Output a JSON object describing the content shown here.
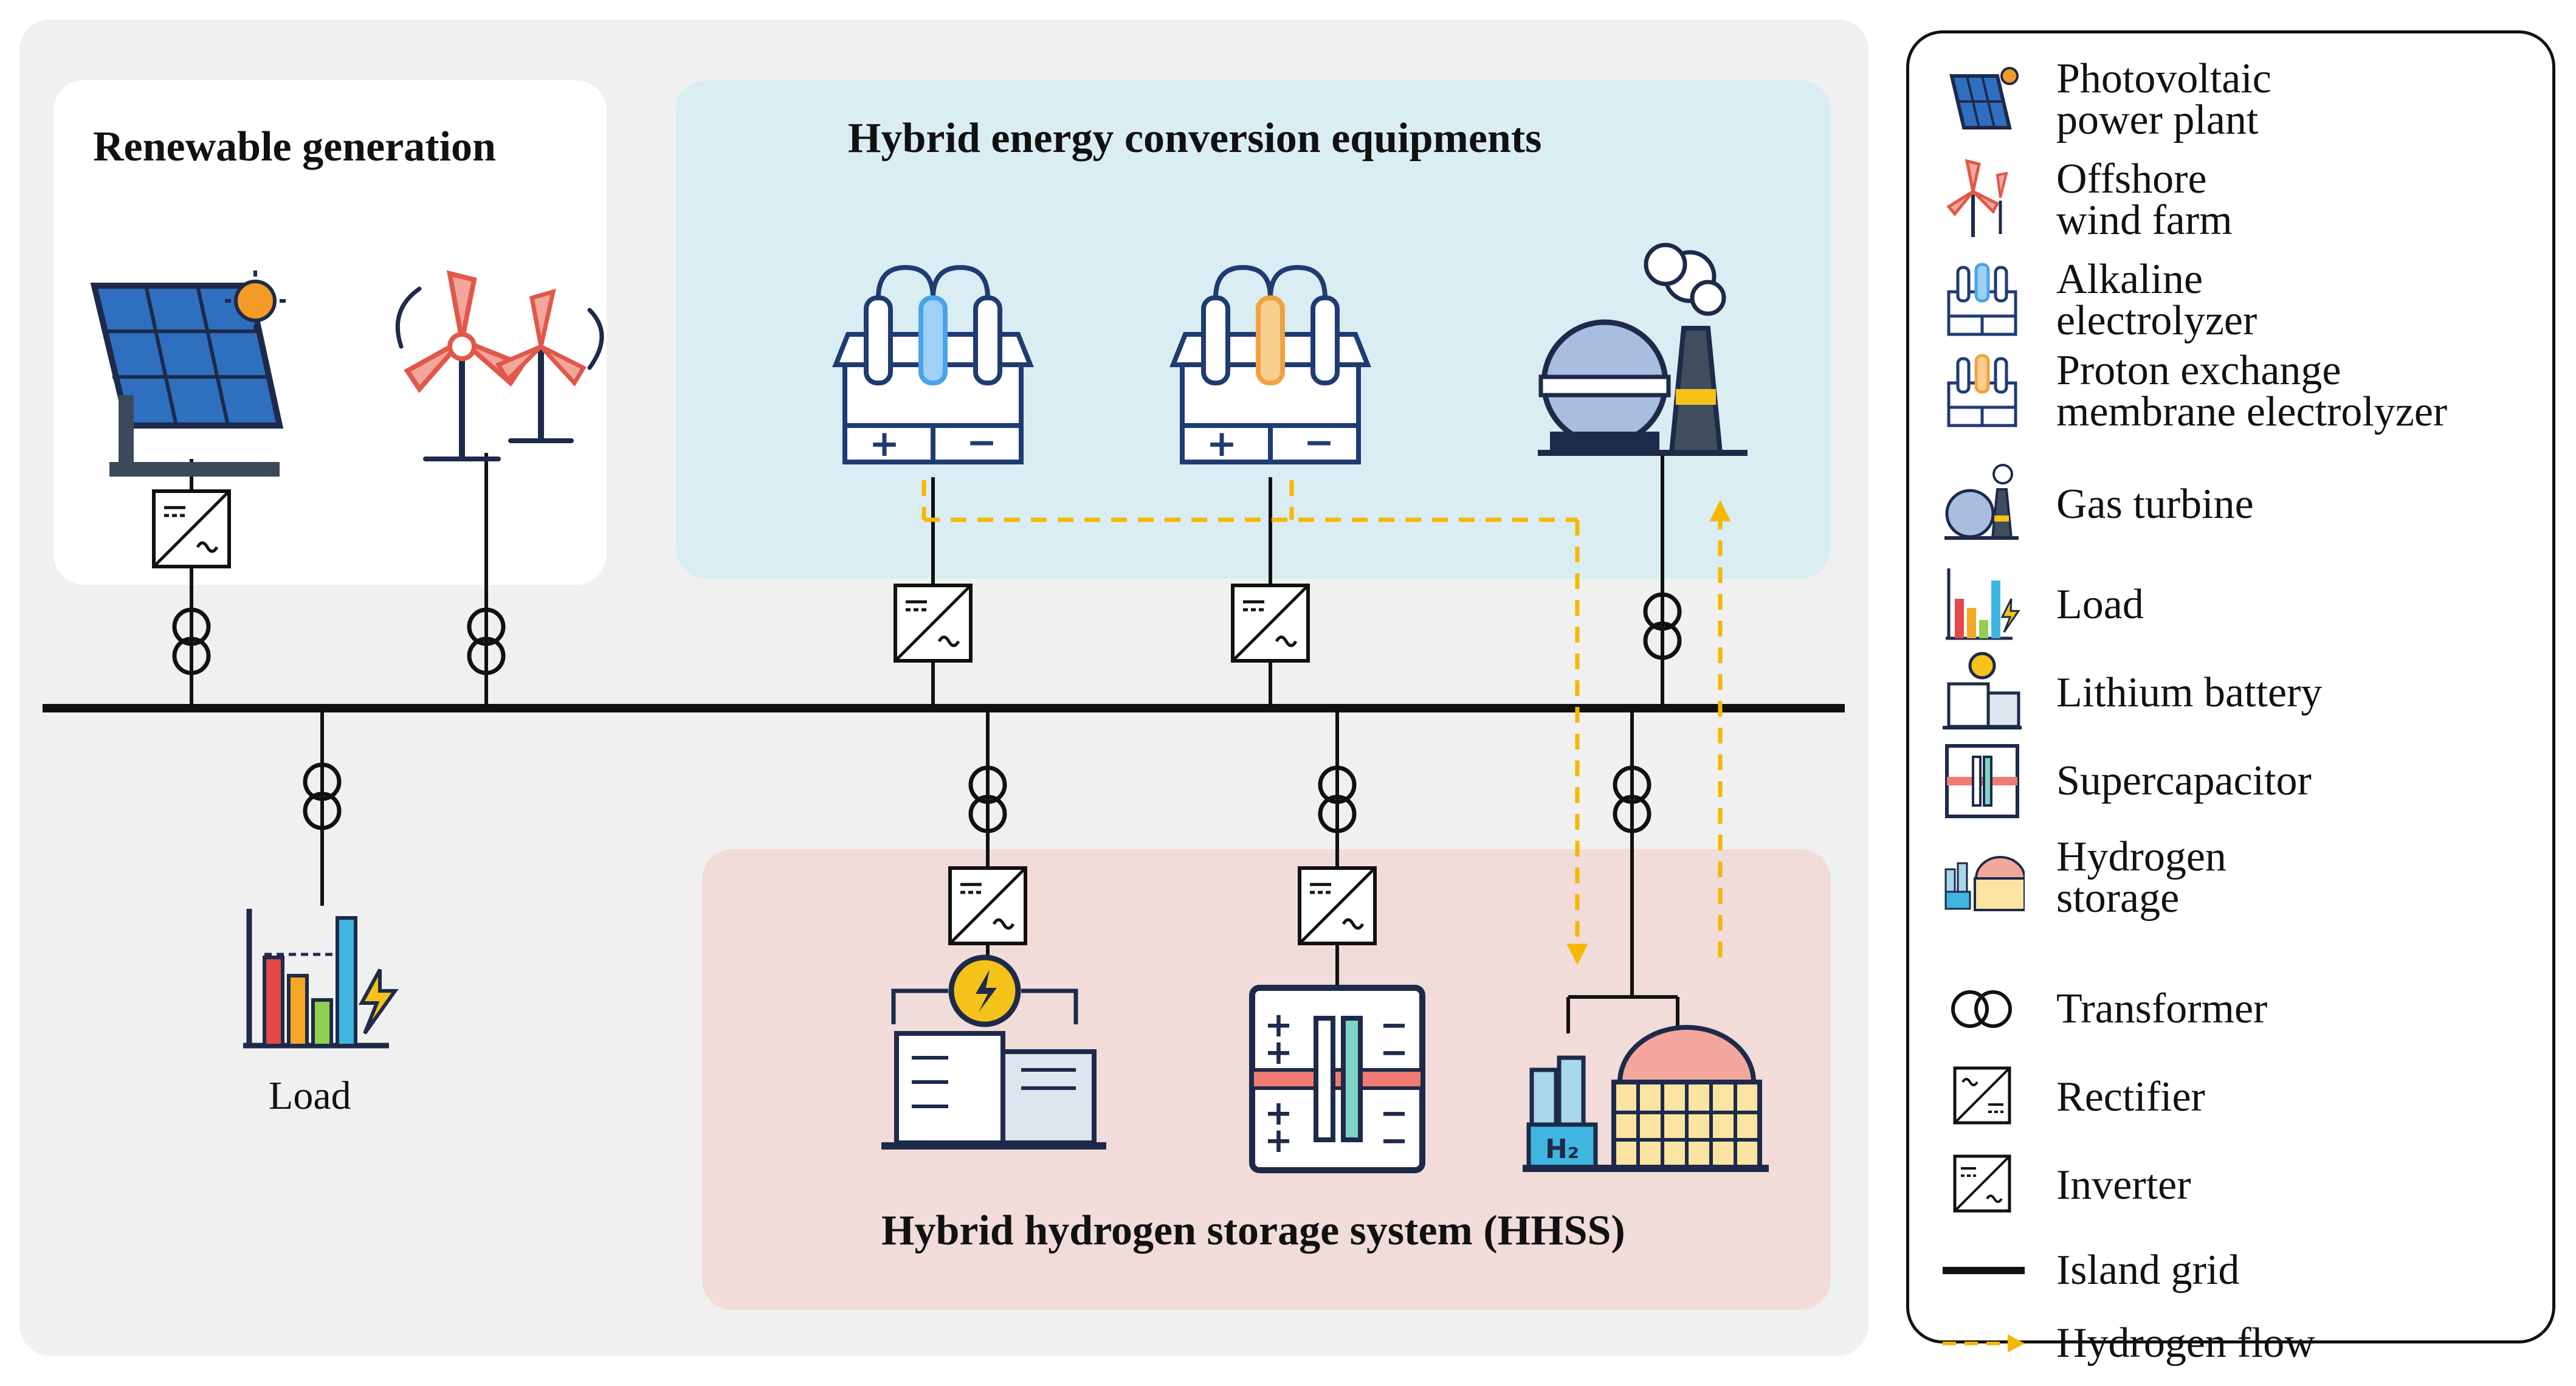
{
  "sections": {
    "renewable": "Renewable generation",
    "conversion": "Hybrid energy conversion equipments",
    "storage": "Hybrid hydrogen storage system (HHSS)"
  },
  "labels": {
    "load": "Load"
  },
  "legend": [
    {
      "icon": "solar-panel-icon",
      "text": [
        "Photovoltaic",
        "power plant"
      ]
    },
    {
      "icon": "wind-turbine-icon",
      "text": [
        "Offshore",
        "wind farm"
      ]
    },
    {
      "icon": "alkaline-electrolyzer-icon",
      "text": [
        "Alkaline",
        "electrolyzer"
      ]
    },
    {
      "icon": "pem-electrolyzer-icon",
      "text": [
        "Proton exchange",
        "membrane electrolyzer"
      ]
    },
    {
      "icon": "gas-turbine-icon",
      "text": [
        "Gas turbine"
      ]
    },
    {
      "icon": "load-icon",
      "text": [
        "Load"
      ]
    },
    {
      "icon": "lithium-battery-icon",
      "text": [
        "Lithium battery"
      ]
    },
    {
      "icon": "supercapacitor-icon",
      "text": [
        "Supercapacitor"
      ]
    },
    {
      "icon": "hydrogen-storage-icon",
      "text": [
        "Hydrogen",
        "storage"
      ]
    },
    {
      "icon": "transformer-icon",
      "text": [
        "Transformer"
      ]
    },
    {
      "icon": "rectifier-icon",
      "text": [
        "Rectifier"
      ]
    },
    {
      "icon": "inverter-icon",
      "text": [
        "Inverter"
      ]
    },
    {
      "icon": "island-grid-icon",
      "text": [
        "Island grid"
      ]
    },
    {
      "icon": "hydrogen-flow-icon",
      "text": [
        "Hydrogen flow"
      ]
    }
  ],
  "colors": {
    "panel_bg": "#f0f0f0",
    "conversion_bg": "#daedf3",
    "storage_bg": "#f1dcd9",
    "hydrogen_flow": "#f5b800",
    "line": "#111111"
  }
}
